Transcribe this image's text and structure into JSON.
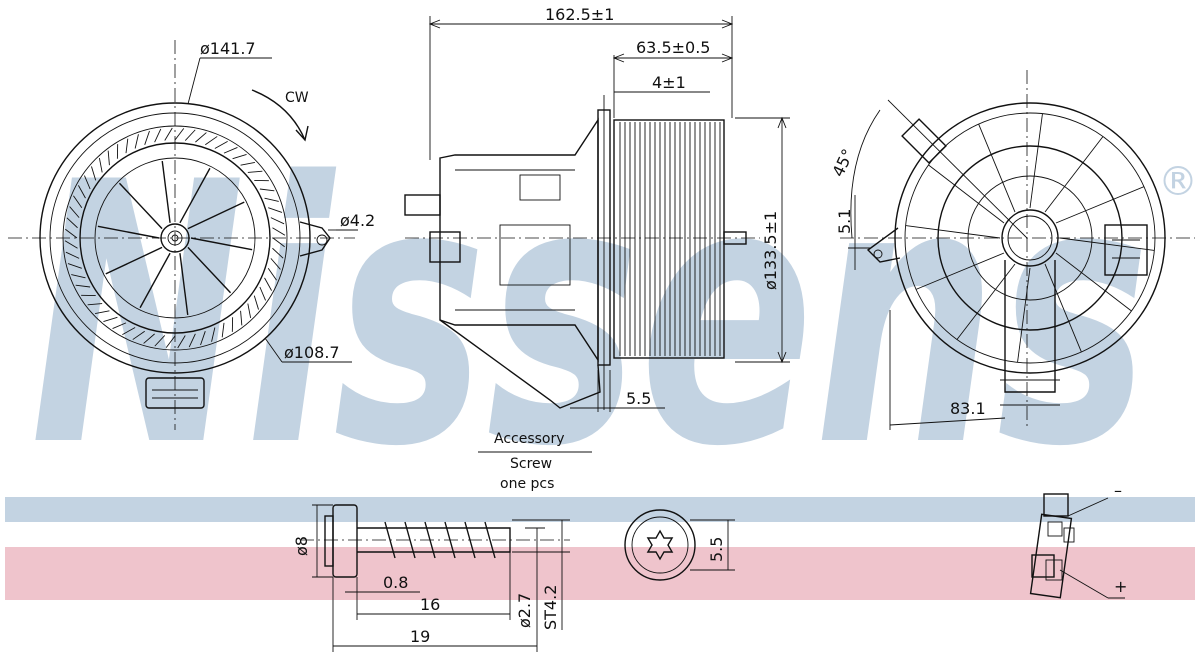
{
  "brand": {
    "watermark": "Nissens",
    "registered": "®"
  },
  "colors": {
    "band_blue": "#c3d3e2",
    "band_pink": "#efc4cc",
    "line": "#111111"
  },
  "front_view": {
    "outer_diameter": "ø141.7",
    "inner_diameter": "ø108.7",
    "hole_diameter": "ø4.2",
    "rotation": "CW"
  },
  "side_view": {
    "total_length": "162.5±1",
    "wheel_length": "63.5±0.5",
    "offset": "4±1",
    "wheel_diameter": "ø133.5±1",
    "flange": "5.5"
  },
  "rear_view": {
    "angle": "45°",
    "offset": "5.1",
    "radius": "83.1"
  },
  "accessory": {
    "title": "Accessory",
    "item": "Screw",
    "quantity": "one pcs"
  },
  "screw": {
    "head_diameter": "ø8",
    "head_thickness": "0.8",
    "thread_length": "16",
    "total_length": "19",
    "core_diameter": "ø2.7",
    "thread_size": "ST4.2",
    "drive_size": "5.5"
  },
  "connector": {
    "minus": "–",
    "plus": "+"
  }
}
